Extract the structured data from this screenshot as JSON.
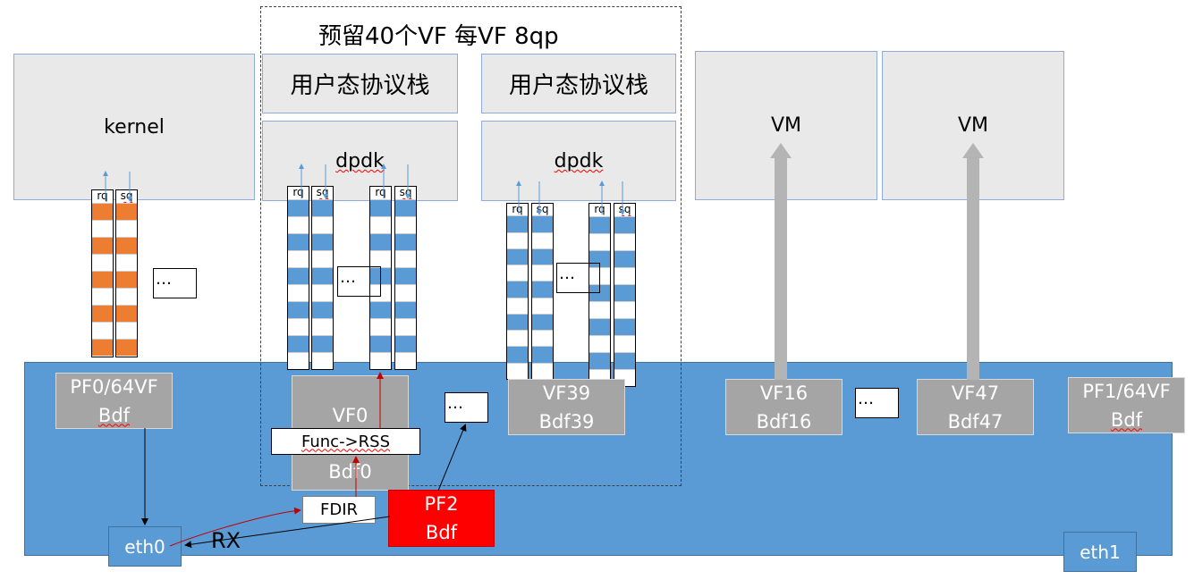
{
  "title": "预留40个VF 每VF 8qp",
  "boxes": {
    "kernel": "kernel",
    "stack1": "用户态协议栈",
    "stack2": "用户态协议栈",
    "dpdk1": "dpdk",
    "dpdk2": "dpdk",
    "vm1": "VM",
    "vm2": "VM"
  },
  "queues": {
    "rq": "rq",
    "sq": "sq"
  },
  "ellipsis": "…",
  "devices": {
    "pf0_name": "PF0/64VF",
    "pf0_bdf": "Bdf",
    "vf0_name": "VF0",
    "vf0_bdf": "Bdf0",
    "vf39_name": "VF39",
    "vf39_bdf": "Bdf39",
    "vf16_name": "VF16",
    "vf16_bdf": "Bdf16",
    "vf47_name": "VF47",
    "vf47_bdf": "Bdf47",
    "pf1_name": "PF1/64VF",
    "pf1_bdf": "Bdf",
    "pf2_name": "PF2",
    "pf2_bdf": "Bdf"
  },
  "func_rss": "Func->RSS",
  "fdir": "FDIR",
  "rx": "RX",
  "eth0": "eth0",
  "eth1": "eth1",
  "colors": {
    "nic": "#5b9bd5",
    "kernel_queue": "#ed7d31",
    "dpdk_queue": "#5b9bd5",
    "pf2": "#ff0000",
    "rx_path": "#c00000"
  }
}
